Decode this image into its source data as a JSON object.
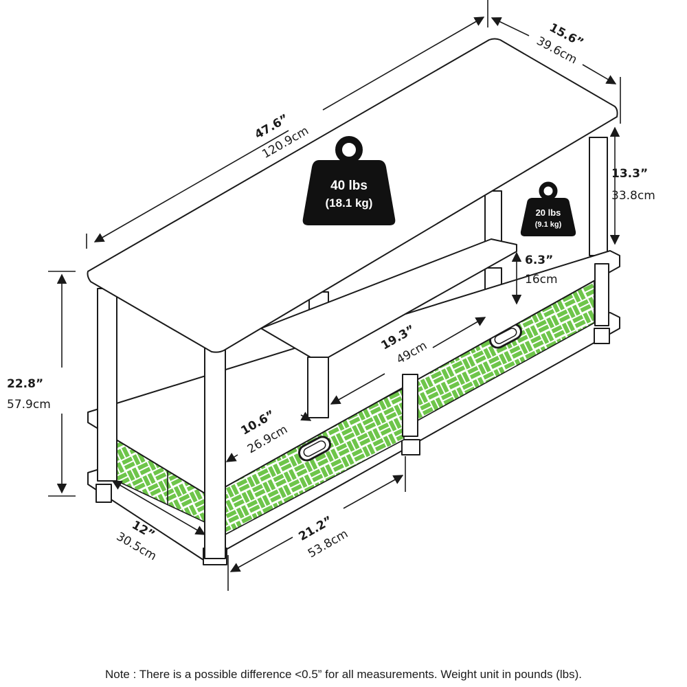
{
  "dimensions": {
    "width": {
      "in": "47.6”",
      "cm": "120.9cm"
    },
    "depth": {
      "in": "15.6”",
      "cm": "39.6cm"
    },
    "top_clearance": {
      "in": "13.3”",
      "cm": "33.8cm"
    },
    "mid_clearance": {
      "in": "6.3”",
      "cm": "16cm"
    },
    "height": {
      "in": "22.8”",
      "cm": "57.9cm"
    },
    "shelf_width": {
      "in": "19.3”",
      "cm": "49cm"
    },
    "shelf_depth": {
      "in": "10.6”",
      "cm": "26.9cm"
    },
    "base_depth": {
      "in": "12”",
      "cm": "30.5cm"
    },
    "base_width": {
      "in": "21.2”",
      "cm": "53.8cm"
    }
  },
  "weights": {
    "top": {
      "lbs": "40 lbs",
      "kg": "(18.1 kg)"
    },
    "shelf": {
      "lbs": "20 lbs",
      "kg": "(9.1 kg)"
    }
  },
  "colors": {
    "outline": "#1a1a1a",
    "basket_weave": "#6ec54a",
    "weight_icon": "#111111"
  },
  "note": "Note : There is a possible difference <0.5” for all measurements. Weight unit in pounds (lbs)."
}
